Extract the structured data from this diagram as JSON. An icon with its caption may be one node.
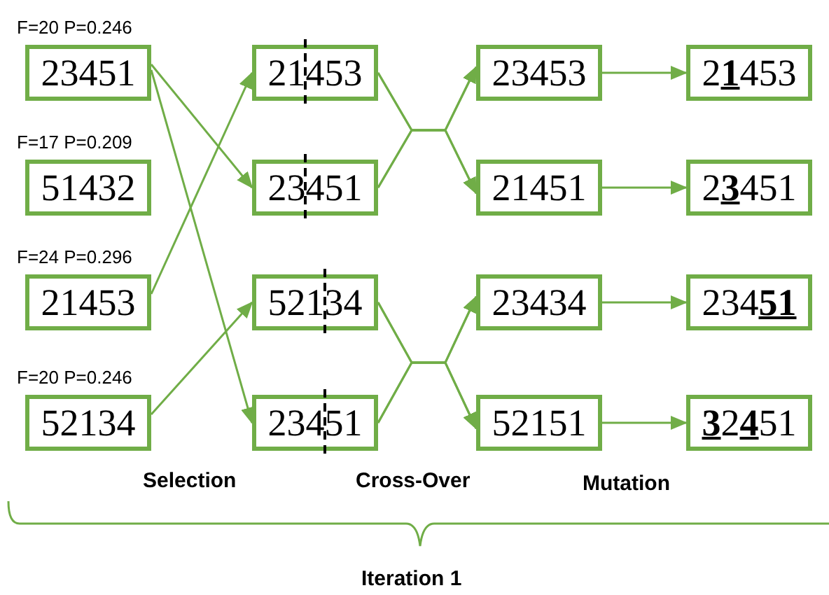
{
  "diagram": {
    "nodes": [
      {
        "text": [
          "23451"
        ],
        "beside": [
          "F=20 P=0.246"
        ]
      },
      {
        "text": [
          "51432"
        ],
        "beside": [
          "F=17 P=0.209"
        ]
      },
      {
        "text": [
          "21453"
        ],
        "beside": [
          "F=24 P=0.296"
        ]
      },
      {
        "text": [
          "52134"
        ],
        "beside": [
          "F=20 P=0.246"
        ]
      },
      {
        "text": [
          "21453"
        ]
      },
      {
        "text": [
          "23451"
        ]
      },
      {
        "text": [
          "52134"
        ]
      },
      {
        "text": [
          "23451"
        ]
      },
      {
        "text": [
          "23453"
        ]
      },
      {
        "text": [
          "21451"
        ]
      },
      {
        "text": [
          "23434"
        ]
      },
      {
        "text": [
          "52151"
        ]
      },
      {
        "text": [
          "2**1**453"
        ]
      },
      {
        "text": [
          "2**3**451"
        ]
      },
      {
        "text": [
          "234**51**"
        ]
      },
      {
        "text": [
          "**3**2**4**51"
        ]
      }
    ],
    "edges": [
      {
        "from": 0,
        "to": 5,
        "arrow": "to"
      },
      {
        "from": 0,
        "to": 7,
        "arrow": "to"
      },
      {
        "from": 2,
        "to": 4,
        "arrow": "to"
      },
      {
        "from": 3,
        "to": 6,
        "arrow": "to"
      },
      {
        "from": 4,
        "to": 8,
        "arrow": "to"
      },
      {
        "from": 4,
        "to": 9,
        "arrow": "to"
      },
      {
        "from": 5,
        "to": 8,
        "arrow": "to"
      },
      {
        "from": 5,
        "to": 9,
        "arrow": "to"
      },
      {
        "from": 6,
        "to": 10,
        "arrow": "to"
      },
      {
        "from": 6,
        "to": 11,
        "arrow": "to"
      },
      {
        "from": 7,
        "to": 10,
        "arrow": "to"
      },
      {
        "from": 7,
        "to": 11,
        "arrow": "to"
      },
      {
        "from": 8,
        "to": 12,
        "arrow": "to"
      },
      {
        "from": 9,
        "to": 13,
        "arrow": "to"
      },
      {
        "from": 10,
        "to": 14,
        "arrow": "to"
      },
      {
        "from": 11,
        "to": 15,
        "arrow": "to"
      }
    ],
    "labels": [
      "Selection",
      "Cross-Over",
      "Mutation",
      "Iteration 1"
    ]
  }
}
